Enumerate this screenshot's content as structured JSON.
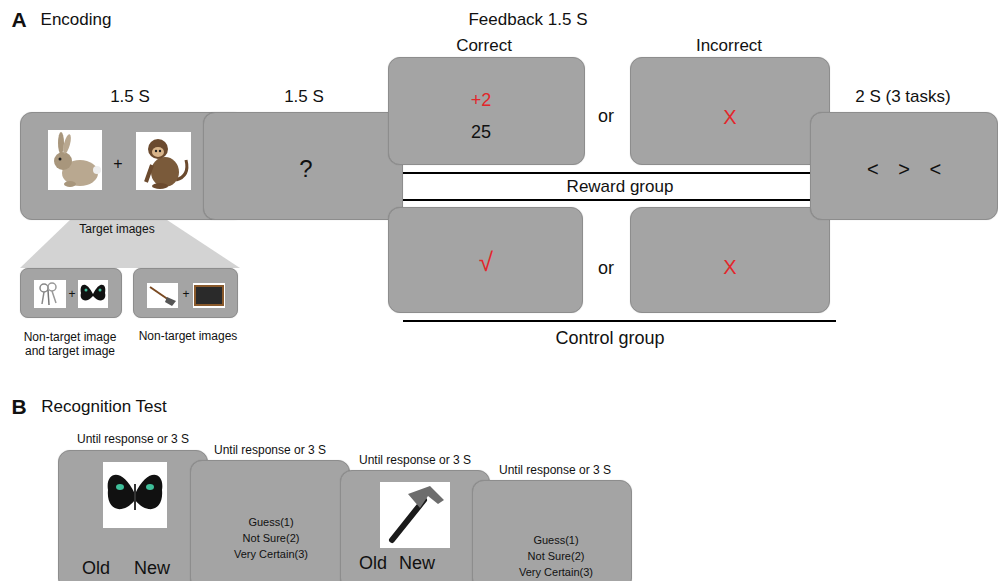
{
  "diagram": {
    "nodes": [
      {
        "text": [
          "+"
        ]
      },
      {
        "text": [
          "+"
        ]
      },
      {
        "text": [
          "+"
        ]
      },
      {
        "text": [
          "?"
        ]
      },
      {
        "text": [
          "+2",
          "25"
        ]
      },
      {
        "text": [
          "X"
        ]
      },
      {
        "text": [
          "√"
        ]
      },
      {
        "text": [
          "X"
        ]
      },
      {
        "text": [
          "< > <"
        ]
      },
      {
        "text": [
          "Old",
          "New"
        ]
      },
      {
        "text": [
          "Guess(1)",
          "Not Sure(2)",
          "Very Certain(3)"
        ]
      },
      {
        "text": [
          "Old",
          "New"
        ]
      },
      {
        "text": [
          "Guess(1)",
          "Not Sure(2)",
          "Very Certain(3)"
        ]
      }
    ],
    "labels": [
      "A",
      "Encoding",
      "Feedback 1.5 S",
      "1.5 S",
      "1.5 S",
      "Correct",
      "Incorrect",
      "2 S (3 tasks)",
      "or",
      "or",
      "Reward group",
      "Control group",
      "Target images",
      "Non-target image and target image",
      "Non-target images",
      "B",
      "Recognition Test",
      "Until response or 3 S",
      "Until response or 3 S",
      "Until response or 3 S",
      "Until response or 3 S"
    ]
  }
}
